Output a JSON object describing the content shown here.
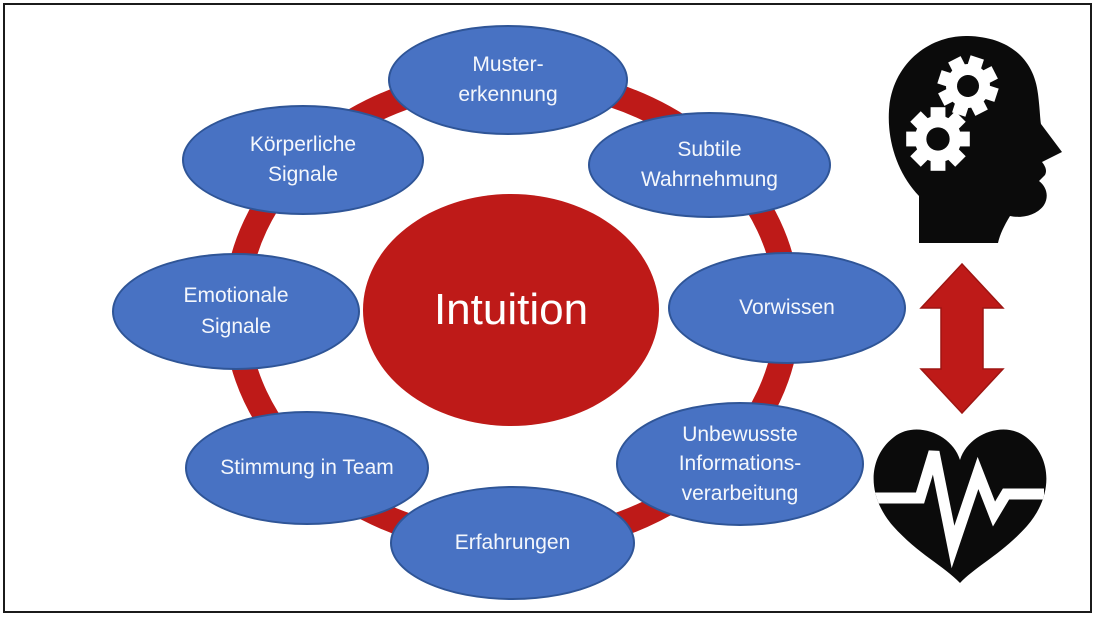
{
  "title": "Intuition",
  "colors": {
    "node_blue": "#4872C3",
    "node_blue_border": "#2F5597",
    "accent_red": "#BE1A18",
    "icon_black": "#0B0B0B",
    "text_white": "#F4F7FC"
  },
  "center": {
    "label": "Intuition"
  },
  "nodes": [
    {
      "id": "muster",
      "label": "Muster-\nerkennung"
    },
    {
      "id": "subtile",
      "label": "Subtile\nWahrnehmung"
    },
    {
      "id": "vorwissen",
      "label": "Vorwissen"
    },
    {
      "id": "unbewusste",
      "label": "Unbewusste\nInformations-\nverarbeitung"
    },
    {
      "id": "erfahrungen",
      "label": "Erfahrungen"
    },
    {
      "id": "stimmung",
      "label": "Stimmung in Team"
    },
    {
      "id": "emotionale",
      "label": "Emotionale\nSignale"
    },
    {
      "id": "koerperliche",
      "label": "Körperliche\nSignale"
    }
  ],
  "icons": {
    "head_gears": "head-with-gears-icon",
    "double_arrow": "up-down-arrow-icon",
    "heart_pulse": "heart-pulse-icon"
  }
}
